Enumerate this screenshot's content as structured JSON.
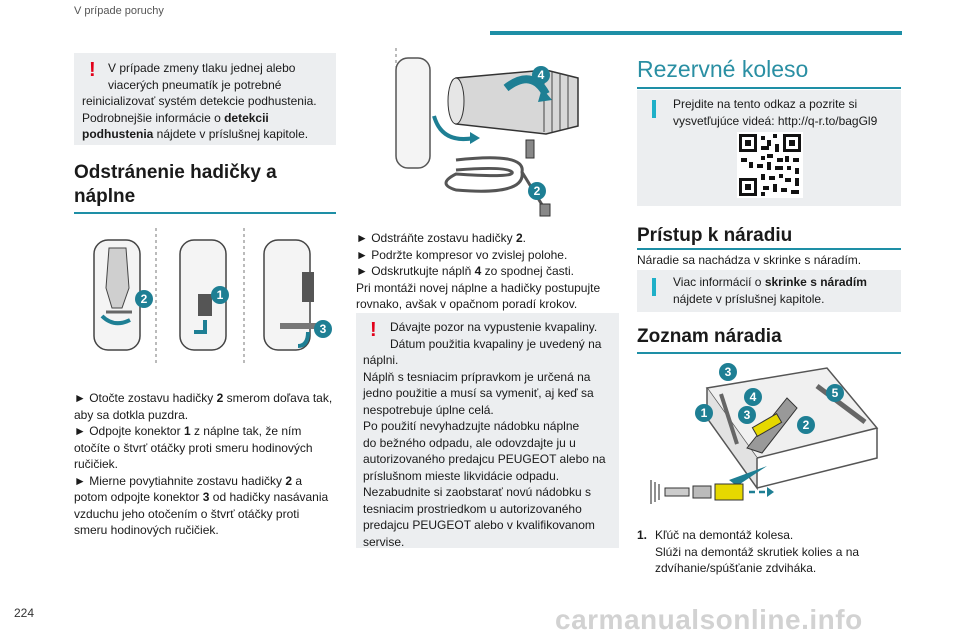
{
  "header": {
    "section": "V prípade poruchy"
  },
  "page_number": "224",
  "watermark": "carmanualsonline.info",
  "col1": {
    "warning": {
      "line1": "V prípade zmeny tlaku jednej alebo",
      "line2": "viacerých pneumatík je potrebné",
      "line3": "reinicializovať systém detekcie podhustenia.",
      "line4_pre": "Podrobnejšie informácie o ",
      "line4_bold": "detekcii",
      "line5_bold": "podhustenia",
      "line5_post": " nájdete v príslušnej kapitole."
    },
    "heading_line1": "Odstránenie hadičky a",
    "heading_line2": "náplne",
    "steps": {
      "l1_pre": "► Otočte zostavu hadičky ",
      "l1_bold": "2",
      "l1_post": " smerom doľava tak,",
      "l2": "aby sa dotkla puzdra.",
      "l3_pre": "► Odpojte konektor ",
      "l3_bold": "1",
      "l3_post": " z náplne tak, že ním",
      "l4": "otočíte o štvrť otáčky proti smeru hodinových",
      "l5": "ručičiek.",
      "l6_pre": "► Mierne povytiahnite zostavu hadičky ",
      "l6_bold": "2",
      "l6_post": " a",
      "l7_pre": "potom odpojte konektor ",
      "l7_bold": "3",
      "l7_post": " od hadičky nasávania",
      "l8": "vzduchu jeho otočením o štvrť otáčky proti",
      "l9": "smeru hodinových ručičiek."
    },
    "callouts": [
      "2",
      "1",
      "3"
    ]
  },
  "col2": {
    "callouts": [
      "4",
      "2"
    ],
    "steps": {
      "l1_pre": "► Odstráňte zostavu hadičky ",
      "l1_bold": "2",
      "l1_post": ".",
      "l2": "► Podržte kompresor vo zvislej polohe.",
      "l3_pre": "► Odskrutkujte náplň ",
      "l3_bold": "4",
      "l3_post": " zo spodnej časti.",
      "l4": "Pri montáži novej náplne a hadičky postupujte",
      "l5": "rovnako, avšak v opačnom poradí krokov."
    },
    "warning": {
      "lines": [
        "Dávajte pozor na vypustenie kvapaliny.",
        "Dátum použitia kvapaliny je uvedený na",
        "náplni.",
        "Náplň s tesniacim prípravkom je určená na",
        "jedno použitie a musí sa vymeniť, aj keď sa",
        "nespotrebuje úplne celá.",
        "Po použití nevyhadzujte nádobku náplne",
        "do bežného odpadu, ale odovzdajte ju u",
        "autorizovaného predajcu PEUGEOT alebo na",
        "príslušnom mieste likvidácie odpadu.",
        "Nezabudnite si zaobstarať novú nádobku s",
        "tesniacim prostriedkom u autorizovaného",
        "predajcu PEUGEOT alebo v kvalifikovanom",
        "servise."
      ]
    }
  },
  "col3": {
    "title": "Rezervné koleso",
    "info1": {
      "line1": "Prejdite na tento odkaz a pozrite si",
      "line2": "vysvetľujúce videá: http://q-r.to/bagGl9"
    },
    "access_heading": "Prístup k náradiu",
    "access_text": "Náradie sa nachádza v skrinke s náradím.",
    "info2": {
      "line1_pre": "Viac informácií o ",
      "line1_bold": "skrinke s náradím",
      "line2": "nájdete v príslušnej kapitole."
    },
    "list_heading": "Zoznam náradia",
    "callouts": [
      "3",
      "4",
      "5",
      "1",
      "3",
      "2"
    ],
    "item1": {
      "num": "1.",
      "title": "Kľúč na demontáž kolesa.",
      "desc1": "Slúži na demontáž skrutiek kolies a na",
      "desc2": "zdvíhanie/spúšťanie zdviháka."
    }
  },
  "colors": {
    "accent": "#1e8fa6",
    "warning": "#e2001a",
    "info": "#1fb0c8",
    "box": "#eceef0",
    "callout": "#1e7f94"
  }
}
